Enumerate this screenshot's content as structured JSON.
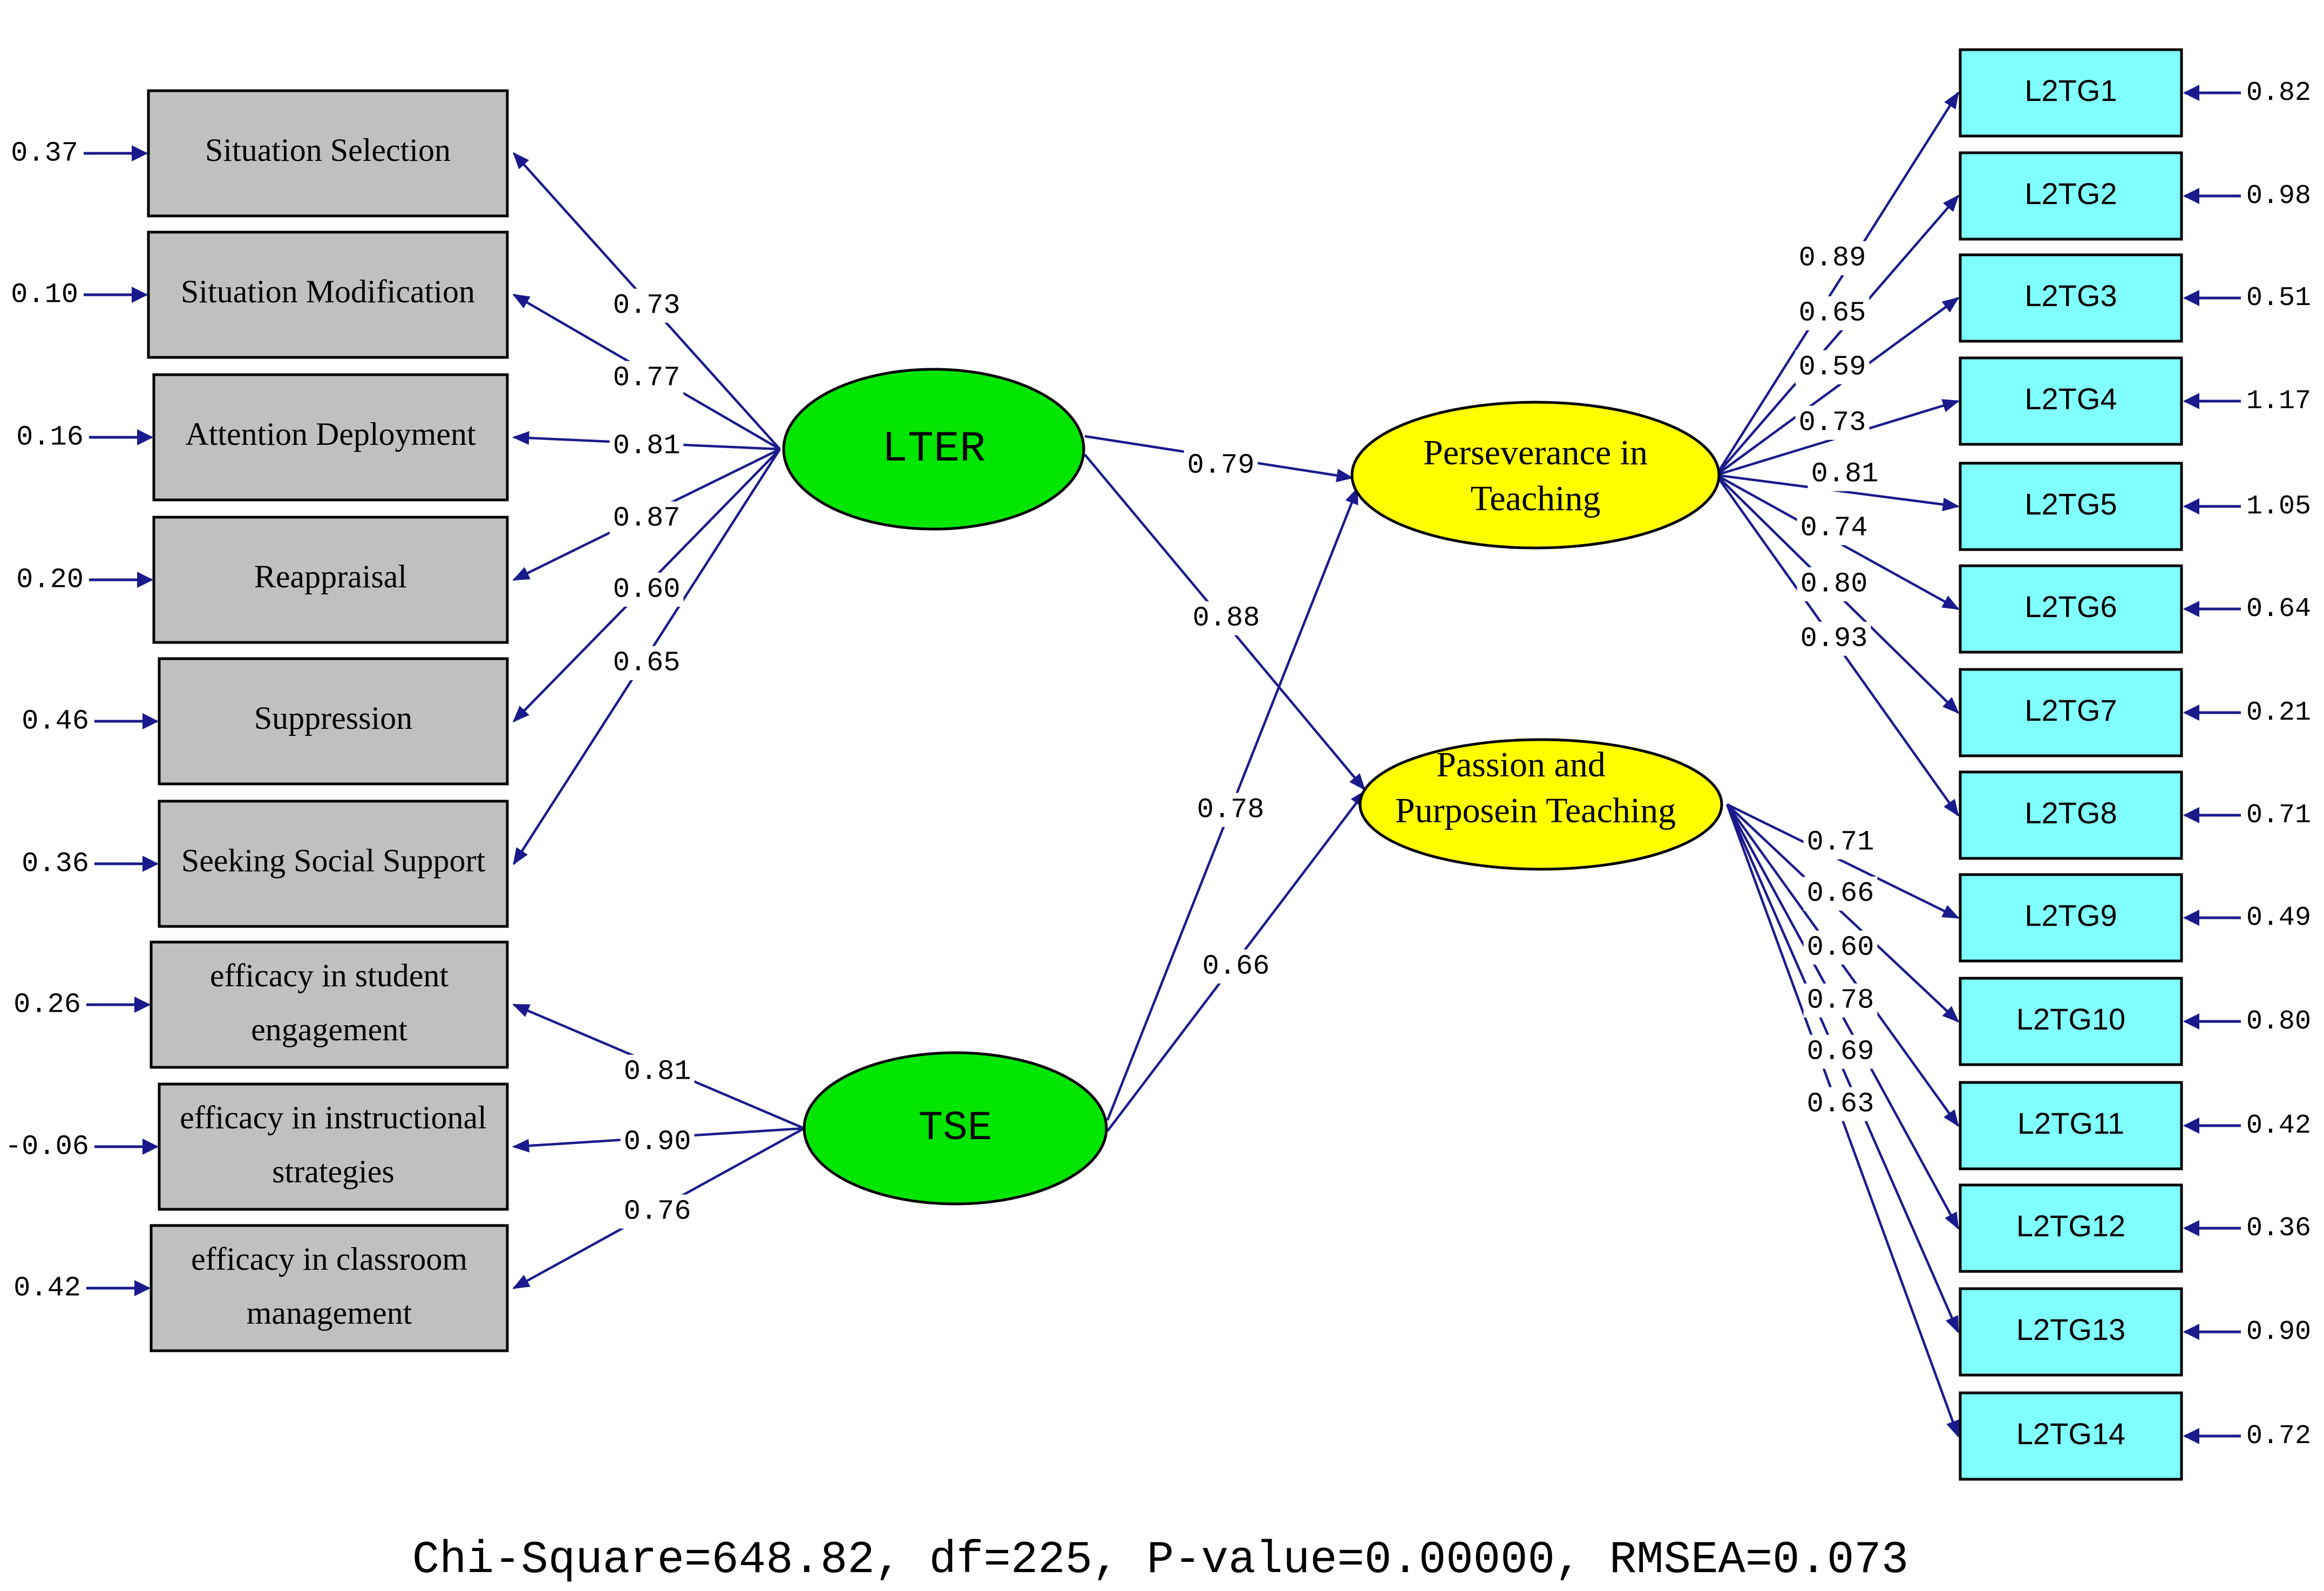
{
  "colors": {
    "arrow": "#1a1a8c",
    "latent_exogenous": "#00e600",
    "latent_endogenous": "#ffff00",
    "observed_left": "#c0c0c0",
    "observed_right": "#80ffff"
  },
  "latents": {
    "lter": "LTER",
    "tse": "TSE",
    "pit": [
      "Perseverance in",
      "Teaching"
    ],
    "ppt": [
      "Passion and",
      "Purposein Teaching"
    ]
  },
  "left_indicators": [
    {
      "lines": [
        "Situation Selection"
      ],
      "error": "0.37",
      "loading": "0.73",
      "factor": "LTER"
    },
    {
      "lines": [
        "Situation Modification"
      ],
      "error": "0.10",
      "loading": "0.77",
      "factor": "LTER"
    },
    {
      "lines": [
        "Attention Deployment"
      ],
      "error": "0.16",
      "loading": "0.81",
      "factor": "LTER"
    },
    {
      "lines": [
        "Reappraisal"
      ],
      "error": "0.20",
      "loading": "0.87",
      "factor": "LTER"
    },
    {
      "lines": [
        "Suppression"
      ],
      "error": "0.46",
      "loading": "0.60",
      "factor": "LTER"
    },
    {
      "lines": [
        "Seeking Social Support"
      ],
      "error": "0.36",
      "loading": "0.65",
      "factor": "LTER"
    },
    {
      "lines": [
        "efficacy in student",
        "engagement"
      ],
      "error": "0.26",
      "loading": "0.81",
      "factor": "TSE"
    },
    {
      "lines": [
        "efficacy in instructional",
        "strategies"
      ],
      "error": "-0.06",
      "loading": "0.90",
      "factor": "TSE"
    },
    {
      "lines": [
        "efficacy in classroom",
        "management"
      ],
      "error": "0.42",
      "loading": "0.76",
      "factor": "TSE"
    }
  ],
  "right_indicators": [
    {
      "label": "L2TG1",
      "error": "0.82",
      "loading": "0.89",
      "factor": "Perseverance in Teaching"
    },
    {
      "label": "L2TG2",
      "error": "0.98",
      "loading": "0.65",
      "factor": "Perseverance in Teaching"
    },
    {
      "label": "L2TG3",
      "error": "0.51",
      "loading": "0.59",
      "factor": "Perseverance in Teaching"
    },
    {
      "label": "L2TG4",
      "error": "1.17",
      "loading": "0.73",
      "factor": "Perseverance in Teaching"
    },
    {
      "label": "L2TG5",
      "error": "1.05",
      "loading": "0.81",
      "factor": "Perseverance in Teaching"
    },
    {
      "label": "L2TG6",
      "error": "0.64",
      "loading": "0.74",
      "factor": "Perseverance in Teaching"
    },
    {
      "label": "L2TG7",
      "error": "0.21",
      "loading": "0.80",
      "factor": "Perseverance in Teaching"
    },
    {
      "label": "L2TG8",
      "error": "0.71",
      "loading": "0.93",
      "factor": "Perseverance in Teaching"
    },
    {
      "label": "L2TG9",
      "error": "0.49",
      "loading": "0.71",
      "factor": "Passion and Purposein Teaching"
    },
    {
      "label": "L2TG10",
      "error": "0.80",
      "loading": "0.66",
      "factor": "Passion and Purposein Teaching"
    },
    {
      "label": "L2TG11",
      "error": "0.42",
      "loading": "0.60",
      "factor": "Passion and Purposein Teaching"
    },
    {
      "label": "L2TG12",
      "error": "0.36",
      "loading": "0.78",
      "factor": "Passion and Purposein Teaching"
    },
    {
      "label": "L2TG13",
      "error": "0.90",
      "loading": "0.69",
      "factor": "Passion and Purposein Teaching"
    },
    {
      "label": "L2TG14",
      "error": "0.72",
      "loading": "0.63",
      "factor": "Passion and Purposein Teaching"
    }
  ],
  "structural_paths": [
    {
      "from": "LTER",
      "to": "Perseverance in Teaching",
      "value": "0.79"
    },
    {
      "from": "LTER",
      "to": "Passion and Purposein Teaching",
      "value": "0.88"
    },
    {
      "from": "TSE",
      "to": "Perseverance in Teaching",
      "value": "0.78"
    },
    {
      "from": "TSE",
      "to": "Passion and Purposein Teaching",
      "value": "0.66"
    }
  ],
  "fit_stats": "Chi-Square=648.82, df=225, P-value=0.00000, RMSEA=0.073"
}
